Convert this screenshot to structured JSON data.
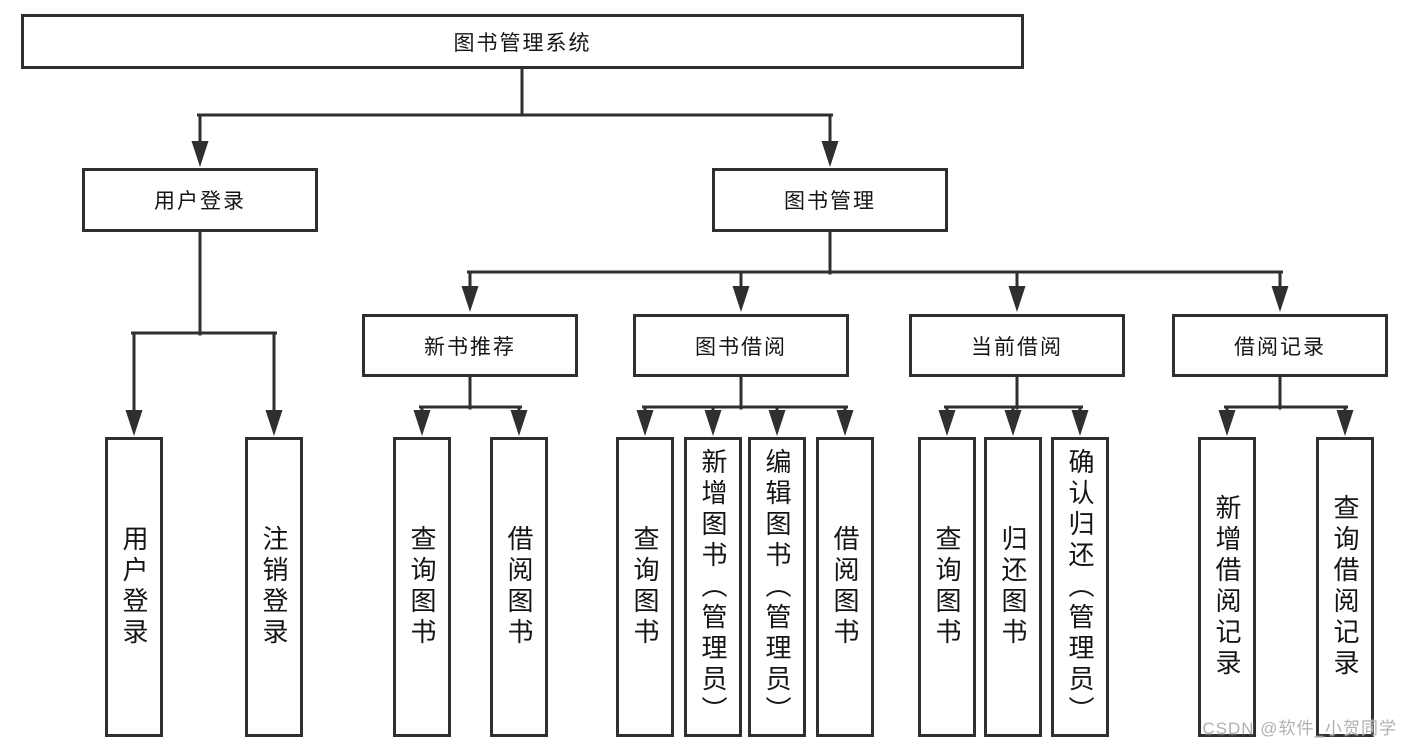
{
  "watermark": "CSDN @软件_小贺同学",
  "colors": {
    "line": "#2f2f2f",
    "text": "#151515",
    "box_background": "#ffffff",
    "watermark": "#b0b0b0"
  },
  "diagram": {
    "root": {
      "label": "图书管理系统"
    },
    "level2": [
      {
        "label": "用户登录"
      },
      {
        "label": "图书管理"
      }
    ],
    "level3": [
      {
        "label": "新书推荐"
      },
      {
        "label": "图书借阅"
      },
      {
        "label": "当前借阅"
      },
      {
        "label": "借阅记录"
      }
    ],
    "children": {
      "user_login": [
        {
          "label": "用户登录"
        },
        {
          "label": "注销登录"
        }
      ],
      "new_book": [
        {
          "label": "查询图书"
        },
        {
          "label": "借阅图书"
        }
      ],
      "book_borrow": [
        {
          "label": "查询图书"
        },
        {
          "label": "新增图书（管理员）"
        },
        {
          "label": "编辑图书（管理员）"
        },
        {
          "label": "借阅图书"
        }
      ],
      "current_borrow": [
        {
          "label": "查询图书"
        },
        {
          "label": "归还图书"
        },
        {
          "label": "确认归还（管理员）"
        }
      ],
      "borrow_records": [
        {
          "label": "新增借阅记录"
        },
        {
          "label": "查询借阅记录"
        }
      ]
    }
  }
}
